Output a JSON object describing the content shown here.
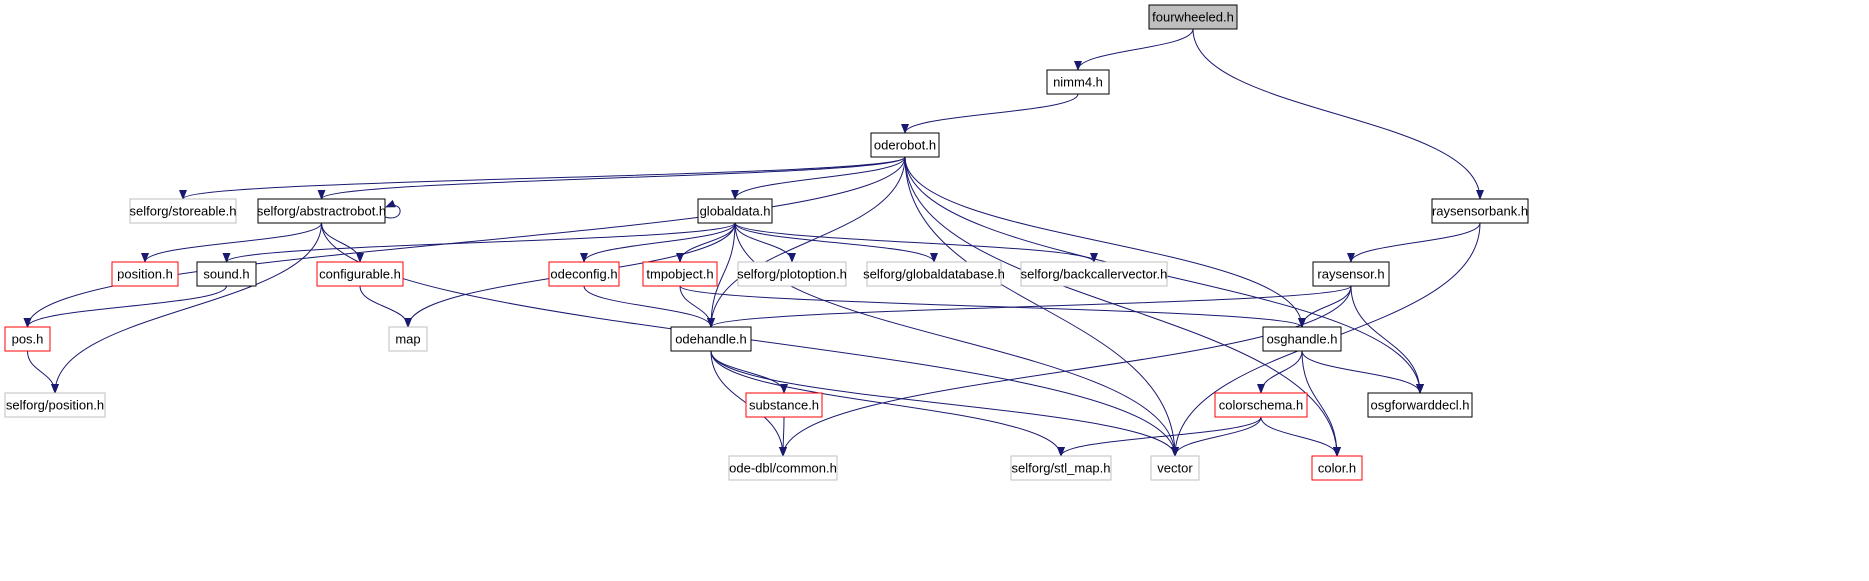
{
  "diagram": {
    "nodes": [
      {
        "id": "fourwheeled",
        "label": "fourwheeled.h",
        "style": "root"
      },
      {
        "id": "nimm4",
        "label": "nimm4.h",
        "style": "black"
      },
      {
        "id": "oderobot",
        "label": "oderobot.h",
        "style": "black"
      },
      {
        "id": "storeable",
        "label": "selforg/storeable.h",
        "style": "gray"
      },
      {
        "id": "abstractrobot",
        "label": "selforg/abstractrobot.h",
        "style": "black"
      },
      {
        "id": "globaldata",
        "label": "globaldata.h",
        "style": "black"
      },
      {
        "id": "raysensorbank",
        "label": "raysensorbank.h",
        "style": "black"
      },
      {
        "id": "position",
        "label": "position.h",
        "style": "red"
      },
      {
        "id": "sound",
        "label": "sound.h",
        "style": "black"
      },
      {
        "id": "configurable",
        "label": "configurable.h",
        "style": "red"
      },
      {
        "id": "odeconfig",
        "label": "odeconfig.h",
        "style": "red"
      },
      {
        "id": "tmpobject",
        "label": "tmpobject.h",
        "style": "red"
      },
      {
        "id": "plotoption",
        "label": "selforg/plotoption.h",
        "style": "gray"
      },
      {
        "id": "globaldatabase",
        "label": "selforg/globaldatabase.h",
        "style": "gray"
      },
      {
        "id": "backcallervector",
        "label": "selforg/backcallervector.h",
        "style": "gray"
      },
      {
        "id": "raysensor",
        "label": "raysensor.h",
        "style": "black"
      },
      {
        "id": "pos",
        "label": "pos.h",
        "style": "red"
      },
      {
        "id": "map",
        "label": "map",
        "style": "gray"
      },
      {
        "id": "odehandle",
        "label": "odehandle.h",
        "style": "black"
      },
      {
        "id": "osghandle",
        "label": "osghandle.h",
        "style": "black"
      },
      {
        "id": "selfposition",
        "label": "selforg/position.h",
        "style": "gray"
      },
      {
        "id": "substance",
        "label": "substance.h",
        "style": "red"
      },
      {
        "id": "colorschema",
        "label": "colorschema.h",
        "style": "red"
      },
      {
        "id": "osgforwarddecl",
        "label": "osgforwarddecl.h",
        "style": "black"
      },
      {
        "id": "odecommon",
        "label": "ode-dbl/common.h",
        "style": "gray"
      },
      {
        "id": "stlmap",
        "label": "selforg/stl_map.h",
        "style": "gray"
      },
      {
        "id": "vector",
        "label": "vector",
        "style": "gray"
      },
      {
        "id": "color",
        "label": "color.h",
        "style": "red"
      }
    ],
    "edges": [
      [
        "fourwheeled",
        "nimm4"
      ],
      [
        "fourwheeled",
        "raysensorbank"
      ],
      [
        "nimm4",
        "oderobot"
      ],
      [
        "oderobot",
        "storeable"
      ],
      [
        "oderobot",
        "abstractrobot"
      ],
      [
        "oderobot",
        "globaldata"
      ],
      [
        "oderobot",
        "pos"
      ],
      [
        "oderobot",
        "odehandle"
      ],
      [
        "oderobot",
        "osghandle"
      ],
      [
        "oderobot",
        "vector"
      ],
      [
        "oderobot",
        "osgforwarddecl"
      ],
      [
        "oderobot",
        "color"
      ],
      [
        "abstractrobot",
        "abstractrobot"
      ],
      [
        "abstractrobot",
        "position"
      ],
      [
        "abstractrobot",
        "configurable"
      ],
      [
        "abstractrobot",
        "selfposition"
      ],
      [
        "abstractrobot",
        "vector"
      ],
      [
        "globaldata",
        "sound"
      ],
      [
        "globaldata",
        "map"
      ],
      [
        "globaldata",
        "odeconfig"
      ],
      [
        "globaldata",
        "tmpobject"
      ],
      [
        "globaldata",
        "plotoption"
      ],
      [
        "globaldata",
        "globaldatabase"
      ],
      [
        "globaldata",
        "backcallervector"
      ],
      [
        "globaldata",
        "odehandle"
      ],
      [
        "globaldata",
        "vector"
      ],
      [
        "sound",
        "pos"
      ],
      [
        "configurable",
        "map"
      ],
      [
        "odeconfig",
        "odehandle"
      ],
      [
        "tmpobject",
        "odehandle"
      ],
      [
        "tmpobject",
        "osghandle"
      ],
      [
        "raysensorbank",
        "raysensor"
      ],
      [
        "raysensorbank",
        "vector"
      ],
      [
        "raysensor",
        "odehandle"
      ],
      [
        "raysensor",
        "osghandle"
      ],
      [
        "raysensor",
        "odecommon"
      ],
      [
        "raysensor",
        "osgforwarddecl"
      ],
      [
        "pos",
        "selfposition"
      ],
      [
        "odehandle",
        "substance"
      ],
      [
        "odehandle",
        "odecommon"
      ],
      [
        "odehandle",
        "stlmap"
      ],
      [
        "odehandle",
        "vector"
      ],
      [
        "substance",
        "odecommon"
      ],
      [
        "osghandle",
        "colorschema"
      ],
      [
        "osghandle",
        "osgforwarddecl"
      ],
      [
        "osghandle",
        "color"
      ],
      [
        "colorschema",
        "stlmap"
      ],
      [
        "colorschema",
        "vector"
      ],
      [
        "colorschema",
        "color"
      ]
    ],
    "colors": {
      "edge": "#191970",
      "root_fill": "#bfbfbf",
      "black_border": "#000000",
      "red_border": "#ff0000",
      "gray_border": "#bfbfbf",
      "node_fill": "#ffffff"
    }
  }
}
